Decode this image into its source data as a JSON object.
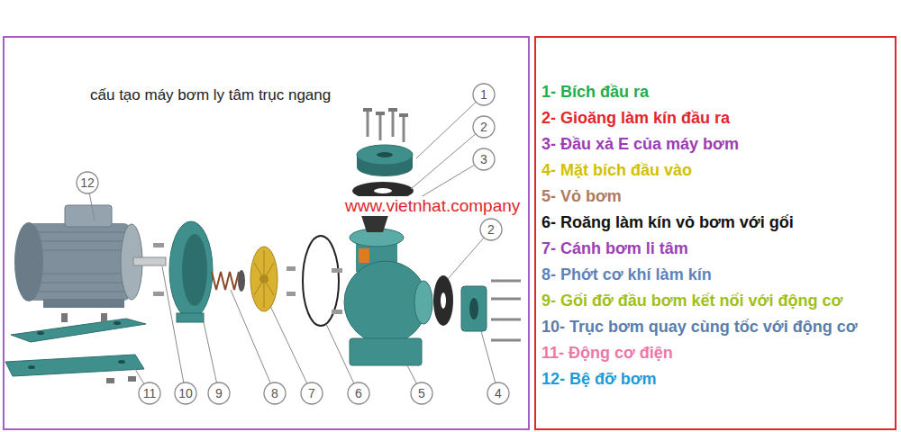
{
  "diagram": {
    "nodes": [
      {
        "text": [
          "cấu tạo máy bơm ly tâm trục ngang"
        ]
      },
      {
        "text": [
          "1- Bích đầu ra",
          "2- Gioăng làm kín đầu ra",
          "3- Đầu xả E của máy bơm",
          "4- Mặt bích đầu vào",
          "5- Vỏ bơm",
          "6- Roăng làm kín vỏ bơm với gối",
          "7- Cánh bơm li tâm",
          "8- Phớt cơ khí làm kín",
          "9- Gối đỡ đầu bơm kết nối với động cơ",
          "10- Trục bơm quay cùng tốc với động cơ",
          "11- Động cơ điện",
          "12- Bệ đỡ bơm"
        ]
      },
      {
        "text": [
          "1"
        ],
        "in": 0
      },
      {
        "text": [
          "2"
        ],
        "in": 0
      },
      {
        "text": [
          "3"
        ],
        "in": 0
      },
      {
        "text": [
          "12"
        ],
        "in": 0
      },
      {
        "text": [
          "2"
        ],
        "in": 0
      },
      {
        "text": [
          "11"
        ],
        "in": 0
      },
      {
        "text": [
          "10"
        ],
        "in": 0
      },
      {
        "text": [
          "9"
        ],
        "in": 0
      },
      {
        "text": [
          "8"
        ],
        "in": 0
      },
      {
        "text": [
          "7"
        ],
        "in": 0
      },
      {
        "text": [
          "6"
        ],
        "in": 0
      },
      {
        "text": [
          "5"
        ],
        "in": 0
      },
      {
        "text": [
          "4"
        ],
        "in": 0
      }
    ],
    "labels": [
      "www.vietnhat.company"
    ]
  }
}
